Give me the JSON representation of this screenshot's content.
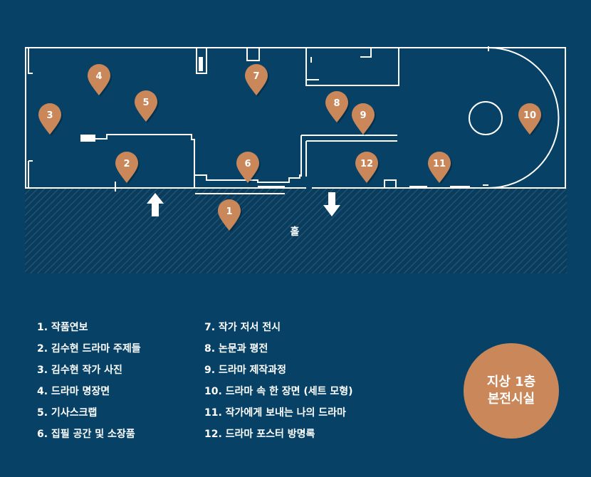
{
  "colors": {
    "background": "#074266",
    "hall": "#0b3c5c",
    "walls": "#ffffff",
    "pin": "#c9875a",
    "badge": "#c9875a"
  },
  "hall_label": "홀",
  "icons": [
    "arrow-up-icon",
    "arrow-down-icon",
    "location-pin-icon"
  ],
  "pins": [
    {
      "number": "1"
    },
    {
      "number": "2"
    },
    {
      "number": "3"
    },
    {
      "number": "4"
    },
    {
      "number": "5"
    },
    {
      "number": "6"
    },
    {
      "number": "7"
    },
    {
      "number": "8"
    },
    {
      "number": "9"
    },
    {
      "number": "10"
    },
    {
      "number": "11"
    },
    {
      "number": "12"
    }
  ],
  "legend": {
    "left": [
      "1. 작품연보",
      "2. 김수현 드라마 주제들",
      "3. 김수현 작가 사진",
      "4. 드라마 명장면",
      "5. 기사스크랩",
      "6. 집필 공간 및 소장품"
    ],
    "right": [
      "7. 작가 저서 전시",
      "8. 논문과 평전",
      "9. 드라마 제작과정",
      "10. 드라마 속 한 장면 (세트 모형)",
      "11. 작가에게 보내는 나의 드라마",
      "12. 드라마 포스터 방명록"
    ]
  },
  "badge": {
    "line1": "지상 1층",
    "line2": "본전시실"
  }
}
